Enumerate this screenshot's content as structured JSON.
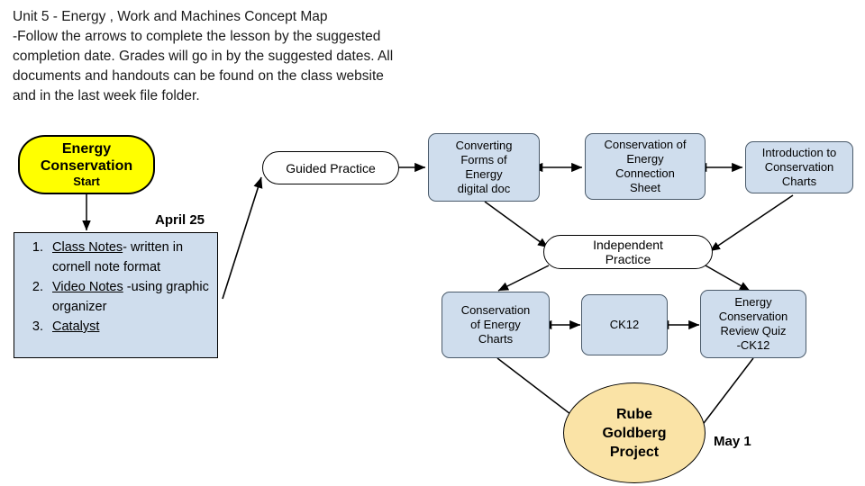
{
  "header": {
    "text": "Unit 5  - Energy , Work and Machines Concept Map\n-Follow the arrows to complete the lesson by the suggested\ncompletion date. Grades will go in by the suggested dates. All\ndocuments and handouts can be found on the class website\nand in the last week file folder."
  },
  "colors": {
    "process_fill": "#cfdded",
    "process_stroke": "#4a5a6a",
    "start_fill": "#ffff00",
    "project_fill": "#fae3a6",
    "outline": "#000000",
    "page_background": "#ffffff"
  },
  "nodes": {
    "start": {
      "title": "Energy\nConservation",
      "subtitle": "Start",
      "shape": "rounded-terminator",
      "fill": "#ffff00"
    },
    "guided_practice": {
      "label": "Guided Practice",
      "shape": "stadium",
      "fill": "#ffffff"
    },
    "independent_practice": {
      "label": "Independent\nPractice",
      "shape": "stadium",
      "fill": "#ffffff"
    },
    "converting_forms": {
      "label": "Converting\nForms of\nEnergy\ndigital doc",
      "shape": "rounded-box",
      "fill": "#cfdded"
    },
    "connection_sheet": {
      "label": "Conservation of\nEnergy\nConnection\nSheet",
      "shape": "rounded-box",
      "fill": "#cfdded"
    },
    "intro_charts": {
      "label": "Introduction to\nConservation\nCharts",
      "shape": "rounded-box",
      "fill": "#cfdded"
    },
    "conservation_charts": {
      "label": "Conservation\nof Energy\nCharts",
      "shape": "rounded-box",
      "fill": "#cfdded"
    },
    "ck12": {
      "label": "CK12",
      "shape": "rounded-box",
      "fill": "#cfdded"
    },
    "review_quiz": {
      "label": "Energy\nConservation\nReview Quiz\n-CK12",
      "shape": "rounded-box",
      "fill": "#cfdded"
    },
    "rube_goldberg": {
      "label": "Rube\nGoldberg\nProject",
      "shape": "ellipse",
      "fill": "#fae3a6"
    }
  },
  "assignment_list": {
    "items": [
      {
        "number": "1.",
        "link_text": "Class Notes",
        "rest": "- written in cornell note format"
      },
      {
        "number": "2.",
        "link_text": "Video Notes",
        "rest": " -using graphic organizer"
      },
      {
        "number": "3.",
        "link_text": "Catalyst",
        "rest": ""
      }
    ]
  },
  "dates": {
    "april_25": "April 25",
    "may_1": "May 1"
  }
}
